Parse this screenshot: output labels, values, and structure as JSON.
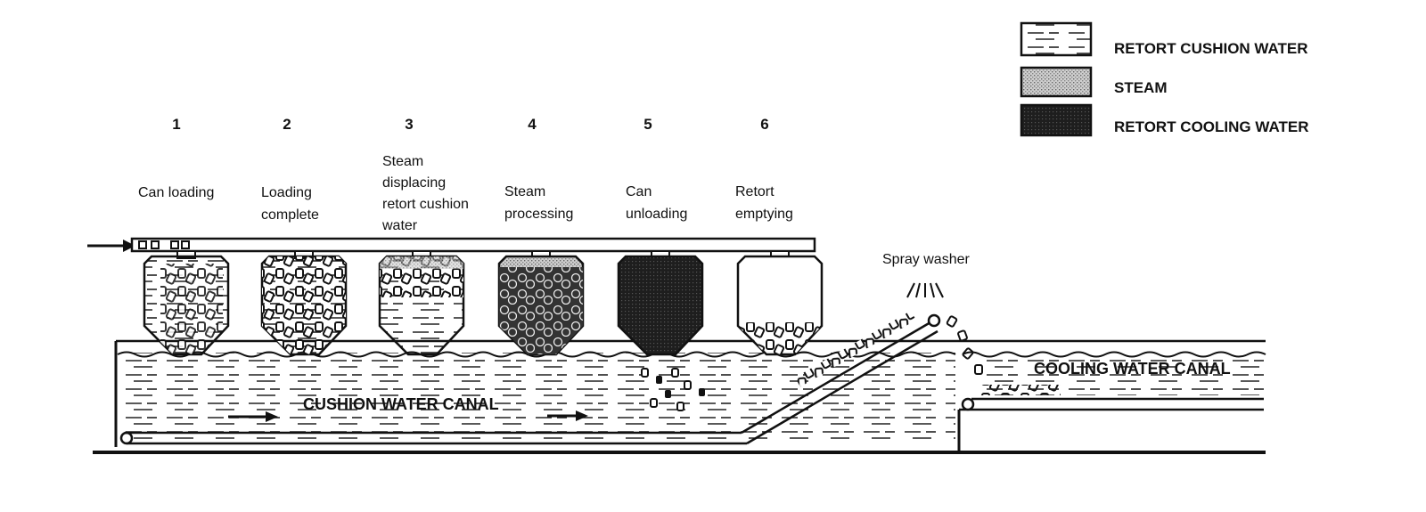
{
  "legend": [
    {
      "label": "RETORT CUSHION WATER",
      "pattern": "cushion-water"
    },
    {
      "label": "STEAM",
      "pattern": "steam"
    },
    {
      "label": "RETORT COOLING WATER",
      "pattern": "cooling-water"
    }
  ],
  "retorts": [
    {
      "number": "1",
      "lines": [
        "Can loading"
      ]
    },
    {
      "number": "2",
      "lines": [
        "Loading",
        "complete"
      ]
    },
    {
      "number": "3",
      "lines": [
        "Steam",
        "displacing",
        "retort cushion",
        "water"
      ]
    },
    {
      "number": "4",
      "lines": [
        "Steam",
        "processing"
      ]
    },
    {
      "number": "5",
      "lines": [
        "Can",
        "unloading"
      ]
    },
    {
      "number": "6",
      "lines": [
        "Retort",
        "emptying"
      ]
    }
  ],
  "spray_washer": "Spray washer",
  "cushion_canal": "CUSHION WATER CANAL",
  "cooling_canal": "COOLING WATER CANAL",
  "colors": {
    "ink": "#111111",
    "steam": "#c8c8c8",
    "cooling": "#222222",
    "paper": "#ffffff"
  }
}
